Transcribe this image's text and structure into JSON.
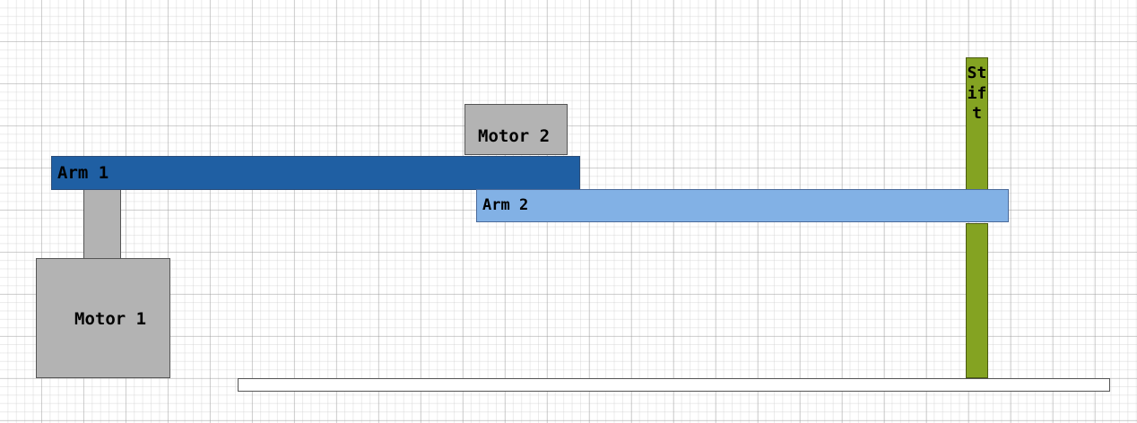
{
  "labels": {
    "motor1": "Motor 1",
    "motor2": "Motor 2",
    "arm1": "Arm 1",
    "arm2": "Arm 2",
    "stift": "Stift"
  },
  "colors": {
    "motor": "#b3b3b3",
    "arm1": "#1f5fa3",
    "arm2": "#82b1e5",
    "stift": "#84a322",
    "base": "#ffffff"
  }
}
